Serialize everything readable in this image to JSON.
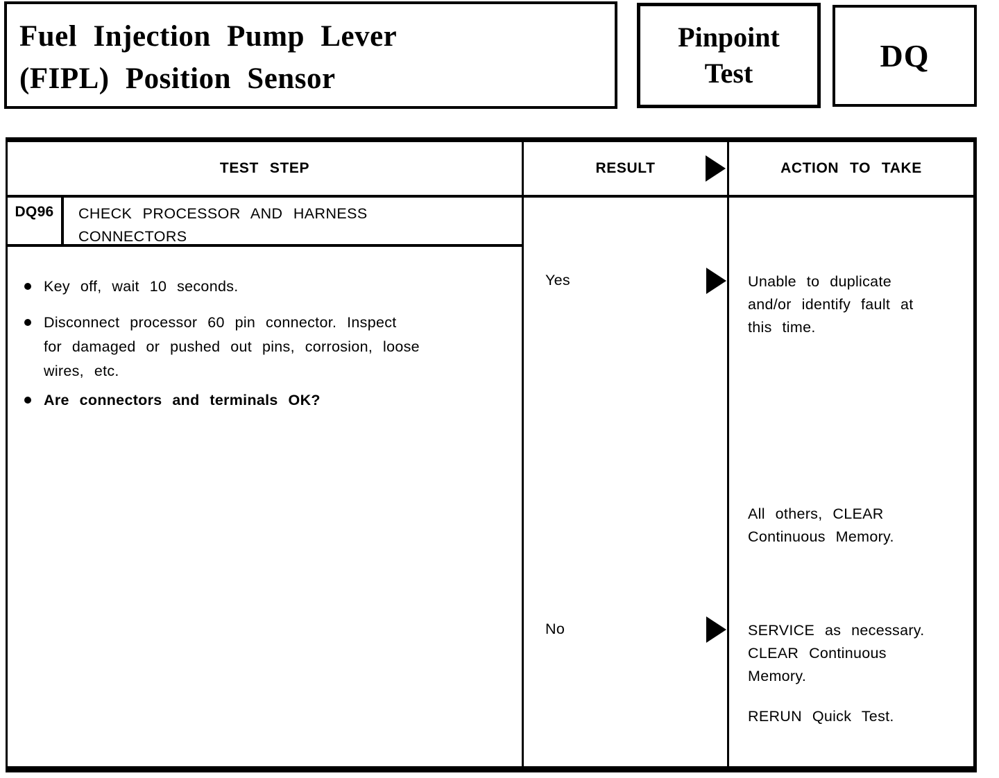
{
  "colors": {
    "ink": "#000000",
    "paper": "#ffffff"
  },
  "header": {
    "title_line1": "Fuel Injection Pump Lever",
    "title_line2": "(FIPL) Position Sensor",
    "pinpoint_line1": "Pinpoint",
    "pinpoint_line2": "Test",
    "section_code": "DQ"
  },
  "table": {
    "col_test_step": "TEST STEP",
    "col_result": "RESULT",
    "col_action": "ACTION TO TAKE",
    "step_id": "DQ96",
    "step_title_line1": "CHECK PROCESSOR AND HARNESS",
    "step_title_line2": "CONNECTORS",
    "bullet1": "Key off, wait 10 seconds.",
    "bullet2_line1": "Disconnect processor 60 pin connector. Inspect",
    "bullet2_line2": "for damaged or pushed out pins, corrosion, loose",
    "bullet2_line3": "wires, etc.",
    "bullet3": "Are connectors and terminals OK?",
    "yes": {
      "label": "Yes",
      "action1_line1": "Unable to duplicate",
      "action1_line2": "and/or identify fault at",
      "action1_line3": "this time.",
      "action2_line1": "All others, CLEAR",
      "action2_line2": "Continuous Memory."
    },
    "no": {
      "label": "No",
      "action1_line1": "SERVICE as necessary.",
      "action1_line2": "CLEAR Continuous",
      "action1_line3": "Memory.",
      "action2_line1": "RERUN Quick Test."
    }
  }
}
